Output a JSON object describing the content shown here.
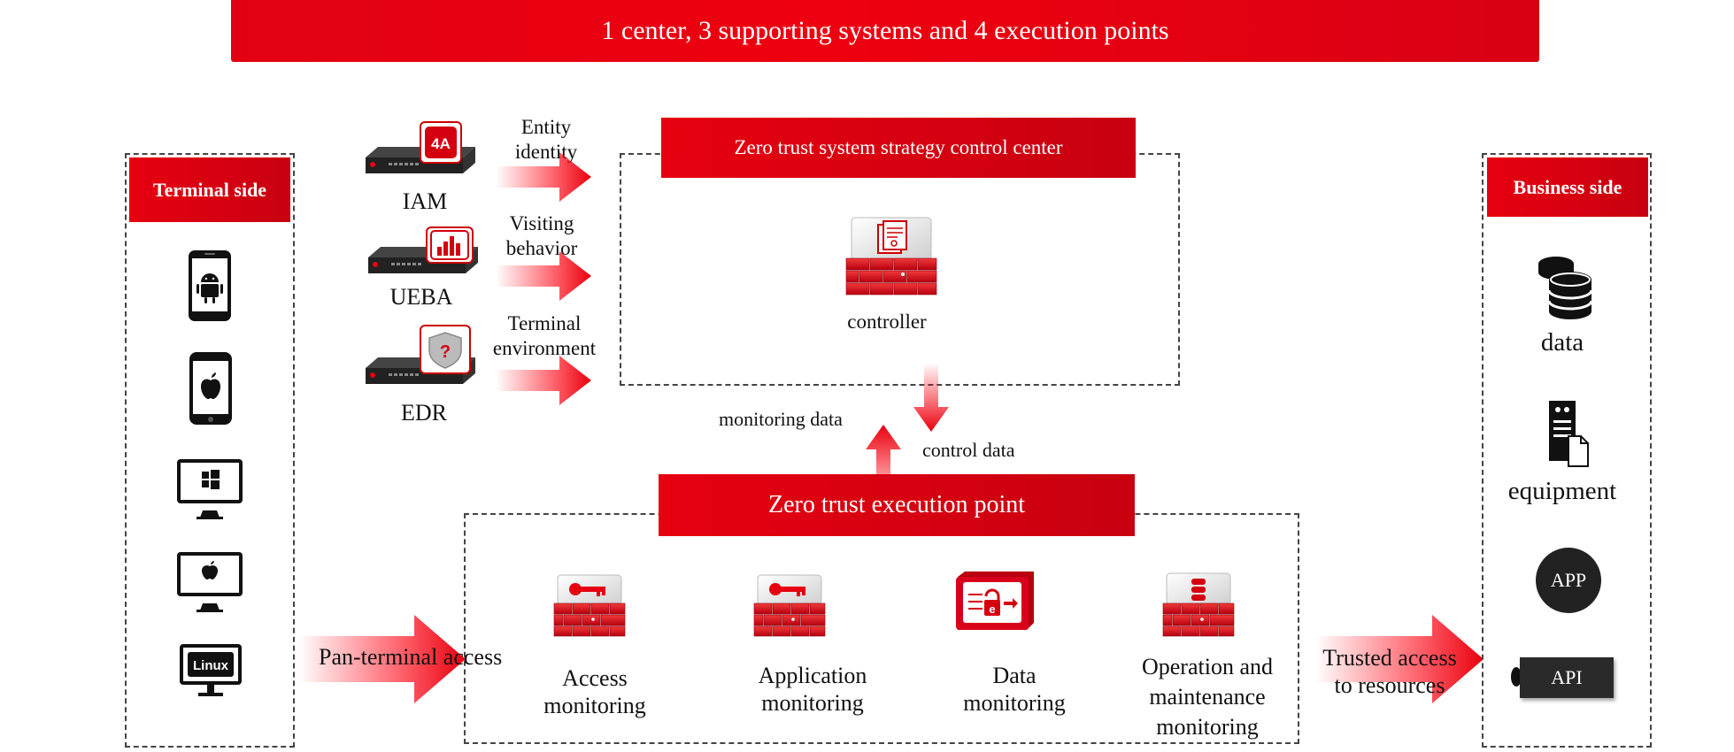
{
  "banner": {
    "title": "1 center, 3 supporting systems and 4 execution points"
  },
  "terminal": {
    "label": "Terminal side",
    "devices": [
      "android-phone-icon",
      "apple-phone-icon",
      "windows-monitor-icon",
      "mac-monitor-icon",
      "linux-monitor-icon"
    ],
    "linux_text": "Linux"
  },
  "support": {
    "systems": [
      {
        "name": "IAM",
        "badge": "4A",
        "arrow_label": "Entity identity"
      },
      {
        "name": "UEBA",
        "badge": "chart",
        "arrow_label": "Visiting behavior"
      },
      {
        "name": "EDR",
        "badge": "shield",
        "arrow_label": "Terminal environment"
      }
    ]
  },
  "control_center": {
    "title": "Zero trust system strategy control center",
    "controller": "controller"
  },
  "flows": {
    "monitoring": "monitoring data",
    "control": "control data",
    "pan_terminal": "Pan-terminal access",
    "trusted_line1": "Trusted access",
    "trusted_line2": "to resources"
  },
  "execution": {
    "title": "Zero trust execution point",
    "points": [
      {
        "line1": "Access",
        "line2": "monitoring",
        "line3": ""
      },
      {
        "line1": "Application",
        "line2": "monitoring",
        "line3": ""
      },
      {
        "line1": "Data",
        "line2": "monitoring",
        "line3": ""
      },
      {
        "line1": "Operation and",
        "line2": "maintenance",
        "line3": "monitoring"
      }
    ]
  },
  "business": {
    "label": "Business side",
    "items": {
      "data": "data",
      "equipment": "equipment",
      "app": "APP",
      "api": "API"
    }
  },
  "colors": {
    "brand_red": "#e60010",
    "dark": "#222222"
  }
}
